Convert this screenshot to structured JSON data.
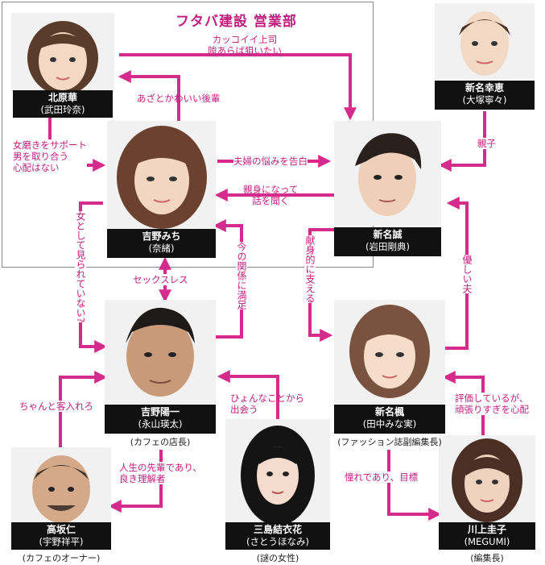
{
  "group_title": "フタバ建設 営業部",
  "people": {
    "kitahara": {
      "name": "北原華",
      "actor": "(武田玲奈)"
    },
    "michi": {
      "name": "吉野みち",
      "actor": "(奈緒)"
    },
    "makoto": {
      "name": "新名誠",
      "actor": "(岩田剛典)"
    },
    "sachie": {
      "name": "新名幸恵",
      "actor": "(大塚寧々)"
    },
    "yoichi": {
      "name": "吉野陽一",
      "actor": "(永山瑛太)",
      "role": "(カフェの店長)"
    },
    "kaede": {
      "name": "新名楓",
      "actor": "(田中みな実)",
      "role": "(ファッション誌副編集長)"
    },
    "takasaka": {
      "name": "高坂仁",
      "actor": "(宇野祥平)",
      "role": "(カフェのオーナー)"
    },
    "yuika": {
      "name": "三島結衣花",
      "actor": "(さとうほなみ)",
      "role": "(謎の女性)"
    },
    "keiko": {
      "name": "川上圭子",
      "actor": "(MEGUMI)",
      "role": "(編集長)"
    }
  },
  "relations": {
    "kakkoii_1": "カッコイイ上司",
    "kakkoii_2": "隙あらば狙いたい",
    "azato": "あざとかわいい後輩",
    "onnamigaki_1": "女磨きをサポート",
    "onnamigaki_2": "男を取り合う",
    "onnamigaki_3": "心配はない",
    "fuufu": "夫婦の悩みを告白",
    "shinmi_1": "親身になって",
    "shinmi_2": "話を聞く",
    "oyako": "親子",
    "onna_toshite": "女として見られていない?",
    "sexless": "セックスレス",
    "ima_kankei": "今の関係に満足",
    "kenshin": "献身的に支える",
    "yasashii": "優しい夫",
    "chanto": "ちゃんと客入れろ",
    "hyon_1": "ひょんなことから",
    "hyon_2": "出会う",
    "hyouka_1": "評価しているが、",
    "hyouka_2": "頑張りすぎを心配",
    "jinsei_1": "人生の先輩であり、",
    "jinsei_2": "良き理解者",
    "akogare": "憧れであり、目標"
  },
  "colors": {
    "link": "#d42b8c",
    "label": "#c2207f",
    "namebox": "#111111"
  }
}
